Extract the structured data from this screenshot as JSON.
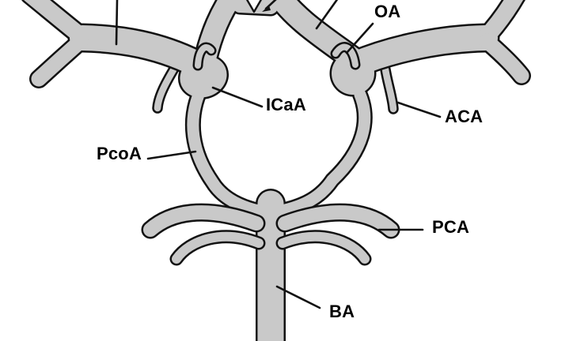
{
  "figure": {
    "background_color": "#ffffff",
    "vessel_fill_color": "#c9c9c9",
    "vessel_outline_color": "#121212",
    "label_text_color": "#000000"
  },
  "labels": {
    "oa": "OA",
    "icaa": "ICaA",
    "aca": "ACA",
    "pcoa": "PcoA",
    "pca": "PCA",
    "ba": "BA"
  }
}
